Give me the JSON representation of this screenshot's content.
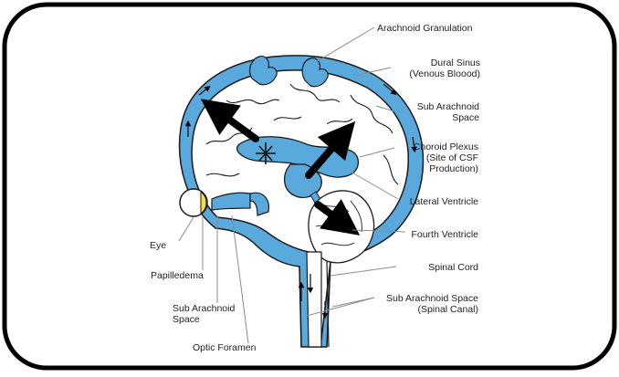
{
  "labels": {
    "arachnoid_granulation": "Arachnoid Granulation",
    "dural_sinus_1": "Dural Sinus",
    "dural_sinus_2": "(Venous Bloood)",
    "sub_arachnoid_1": "Sub Arachnoid",
    "sub_arachnoid_2": "Space",
    "choroid_1": "Choroid Plexus",
    "choroid_2": "(Site of CSF",
    "choroid_3": "Production)",
    "lateral_ventricle": "Lateral Ventricle",
    "fourth_ventricle": "Fourth Ventricle",
    "spinal_cord": "Spinal Cord",
    "sub_arachnoid_canal_1": "Sub Arachnoid Space",
    "sub_arachnoid_canal_2": "(Spinal Canal)",
    "eye": "Eye",
    "papilledema": "Papilledema",
    "left_sub_arachnoid_1": "Sub Arachnoid",
    "left_sub_arachnoid_2": "Space",
    "optic_foramen": "Optic Foramen"
  },
  "colors": {
    "csf": "#5aa9dd",
    "line": "#1a1a1a",
    "eye_highlight": "#f3df3a",
    "leader": "#8c8c8c"
  }
}
